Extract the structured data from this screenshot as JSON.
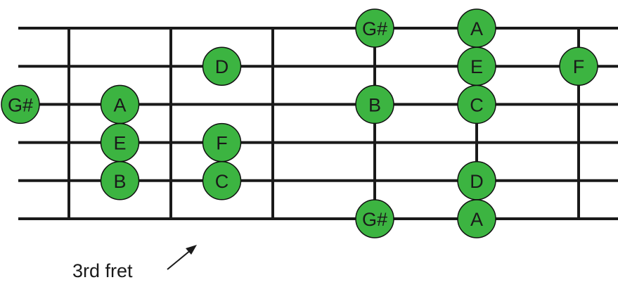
{
  "diagram": {
    "strings": 6,
    "frets": 6,
    "notes": [
      {
        "string": 1,
        "position": 3,
        "label": "G#"
      },
      {
        "string": 1,
        "position": 4,
        "label": "A"
      },
      {
        "string": 2,
        "position": 1.5,
        "label": "D"
      },
      {
        "string": 2,
        "position": 4,
        "label": "E"
      },
      {
        "string": 2,
        "position": 5,
        "label": "F"
      },
      {
        "string": 3,
        "position": -1,
        "label": "G#"
      },
      {
        "string": 3,
        "position": 0.5,
        "label": "A"
      },
      {
        "string": 3,
        "position": 3,
        "label": "B"
      },
      {
        "string": 3,
        "position": 4,
        "label": "C"
      },
      {
        "string": 4,
        "position": 0.5,
        "label": "E"
      },
      {
        "string": 4,
        "position": 1.5,
        "label": "F"
      },
      {
        "string": 5,
        "position": 0.5,
        "label": "B"
      },
      {
        "string": 5,
        "position": 1.5,
        "label": "C"
      },
      {
        "string": 5,
        "position": 4,
        "label": "D"
      },
      {
        "string": 6,
        "position": 3,
        "label": "G#"
      },
      {
        "string": 6,
        "position": 4,
        "label": "A"
      }
    ],
    "caption": "3rd fret",
    "colors": {
      "note_fill": "#3cb441",
      "line": "#1a1a1a"
    }
  }
}
